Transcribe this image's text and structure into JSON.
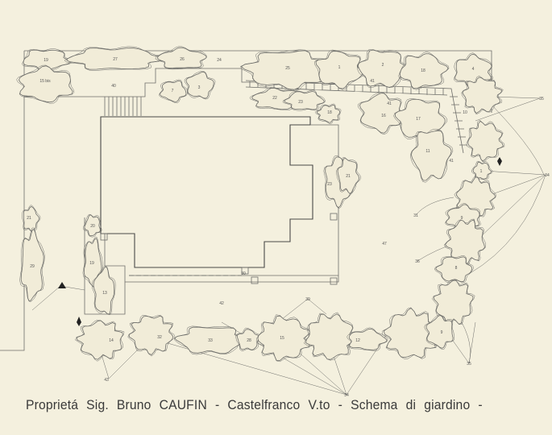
{
  "caption": "Proprietá  Sig.  Bruno  CAUFIN - Castelfranco  V.to - Schema  di  giardino -",
  "colors": {
    "paper": "#f4f0de",
    "ink": "#6e6e6a",
    "dark": "#3a3a3a"
  },
  "labels": [
    "19",
    "27",
    "26",
    "24",
    "15 bis",
    "40",
    "7",
    "3",
    "25",
    "1",
    "2",
    "18",
    "4",
    "22",
    "23",
    "41",
    "41",
    "16",
    "17",
    "10",
    "18",
    "11",
    "41",
    "1",
    "21",
    "23",
    "35",
    "34",
    "31",
    "9",
    "47",
    "36",
    "8",
    "21",
    "29",
    "20",
    "19",
    "13",
    "30",
    "42",
    "39",
    "14",
    "32",
    "33",
    "28",
    "15",
    "12",
    "9",
    "35",
    "43",
    "34"
  ],
  "icons": [
    "north-arrow-icon",
    "north-arrow-icon",
    "north-arrow-icon"
  ]
}
